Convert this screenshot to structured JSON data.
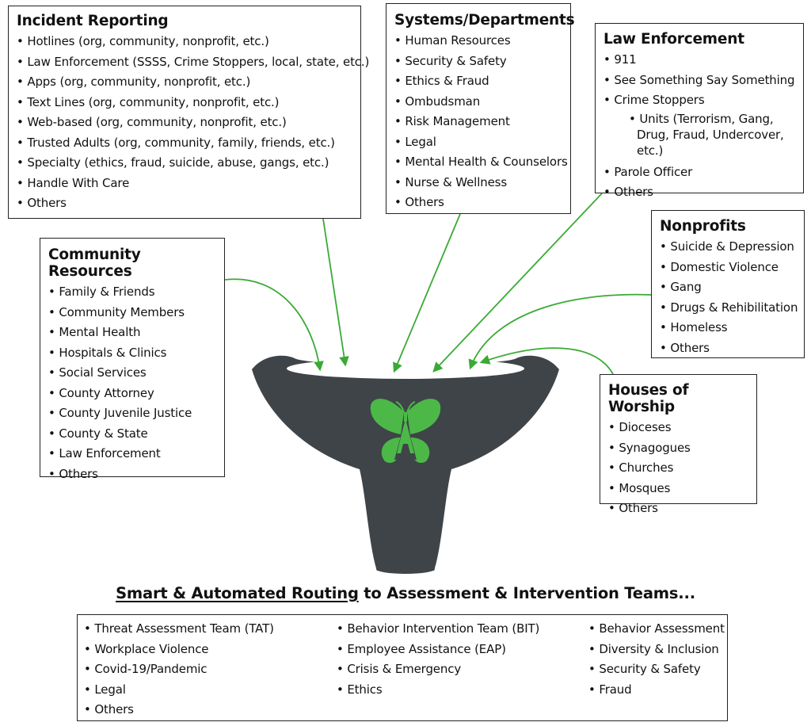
{
  "incident_reporting": {
    "title": "Incident Reporting",
    "items": [
      "Hotlines (org, community, nonprofit, etc.)",
      "Law Enforcement (SSSS, Crime Stoppers, local, state, etc.)",
      "Apps (org, community, nonprofit, etc.)",
      "Text Lines (org, community, nonprofit, etc.)",
      "Web-based (org, community, nonprofit, etc.)",
      "Trusted Adults (org, community, family, friends, etc.)",
      "Specialty (ethics, fraud, suicide, abuse, gangs, etc.)",
      "Handle With Care",
      "Others"
    ]
  },
  "systems_departments": {
    "title": "Systems/Departments",
    "items": [
      "Human Resources",
      "Security & Safety",
      "Ethics & Fraud",
      "Ombudsman",
      "Risk Management",
      "Legal",
      "Mental Health & Counselors",
      "Nurse & Wellness",
      "Others"
    ]
  },
  "law_enforcement": {
    "title": "Law Enforcement",
    "items": [
      "911",
      "See Something Say Something",
      "Crime Stoppers",
      "Units (Terrorism, Gang, Drug, Fraud, Undercover, etc.)",
      "Parole Officer",
      "Others"
    ]
  },
  "nonprofits": {
    "title": "Nonprofits",
    "items": [
      "Suicide & Depression",
      "Domestic Violence",
      "Gang",
      "Drugs & Rehibilitation",
      "Homeless",
      "Others"
    ]
  },
  "community_resources": {
    "title": "Community Resources",
    "items": [
      "Family & Friends",
      "Community Members",
      "Mental Health",
      "Hospitals & Clinics",
      "Social Services",
      "County Attorney",
      "County Juvenile Justice",
      "County & State",
      "Law Enforcement",
      "Others"
    ]
  },
  "houses_of_worship": {
    "title": "Houses of Worship",
    "items": [
      "Dioceses",
      "Synagogues",
      "Churches",
      "Mosques",
      "Others"
    ]
  },
  "routing": {
    "title_underlined": "Smart & Automated Routing",
    "title_rest": " to Assessment & Intervention Teams..."
  },
  "teams": {
    "col1": [
      "Threat Assessment Team (TAT)",
      "Workplace Violence",
      "Covid-19/Pandemic",
      "Legal",
      "Others"
    ],
    "col2": [
      "Behavior Intervention Team (BIT)",
      "Employee Assistance (EAP)",
      "Crisis & Emergency",
      "Ethics"
    ],
    "col3": [
      "Behavior Assessment",
      "Diversity & Inclusion",
      "Security & Safety",
      "Fraud"
    ]
  },
  "colors": {
    "arrow": "#3aaa35",
    "funnel": "#3f4448",
    "logo": "#4cb848",
    "border": "#222222"
  }
}
